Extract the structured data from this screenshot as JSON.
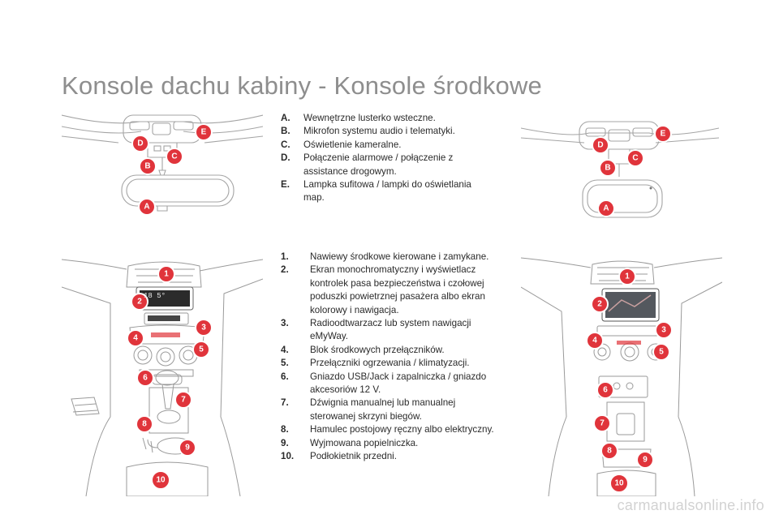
{
  "title": "Konsole dachu kabiny - Konsole środkowe",
  "roof_legend": [
    {
      "key": "A.",
      "text": "Wewnętrzne lusterko wsteczne."
    },
    {
      "key": "B.",
      "text": "Mikrofon systemu audio i telematyki."
    },
    {
      "key": "C.",
      "text": "Oświetlenie kameralne."
    },
    {
      "key": "D.",
      "text": "Połączenie alarmowe / połączenie z assistance drogowym."
    },
    {
      "key": "E.",
      "text": "Lampka sufitowa / lampki do oświetlania map."
    }
  ],
  "console_legend": [
    {
      "key": "1.",
      "text": "Nawiewy środkowe kierowane i zamykane."
    },
    {
      "key": "2.",
      "text": "Ekran monochromatyczny i wyświetlacz kontrolek pasa bezpieczeństwa i czołowej poduszki powietrznej pasażera albo ekran kolorowy i nawigacja."
    },
    {
      "key": "3.",
      "text": "Radioodtwarzacz lub system nawigacji eMyWay."
    },
    {
      "key": "4.",
      "text": "Blok środkowych przełączników."
    },
    {
      "key": "5.",
      "text": "Przełączniki ogrzewania / klimatyzacji."
    },
    {
      "key": "6.",
      "text": "Gniazdo USB/Jack i zapalniczka / gniazdo akcesoriów 12 V."
    },
    {
      "key": "7.",
      "text": "Dźwignia manualnej lub manualnej sterowanej skrzyni biegów."
    },
    {
      "key": "8.",
      "text": "Hamulec postojowy ręczny albo elektryczny."
    },
    {
      "key": "9.",
      "text": "Wyjmowana popielniczka."
    },
    {
      "key": "10.",
      "text": "Podłokietnik przedni."
    }
  ],
  "roof_badges": [
    "A",
    "B",
    "C",
    "D",
    "E"
  ],
  "console_badges": [
    "1",
    "2",
    "3",
    "4",
    "5",
    "6",
    "7",
    "8",
    "9",
    "10"
  ],
  "display_text": "18 5°",
  "watermark": "carmanualsonline.info",
  "colors": {
    "badge": "#e0343b",
    "line_art": "#9a9a9a",
    "title": "#8e8e8e"
  }
}
